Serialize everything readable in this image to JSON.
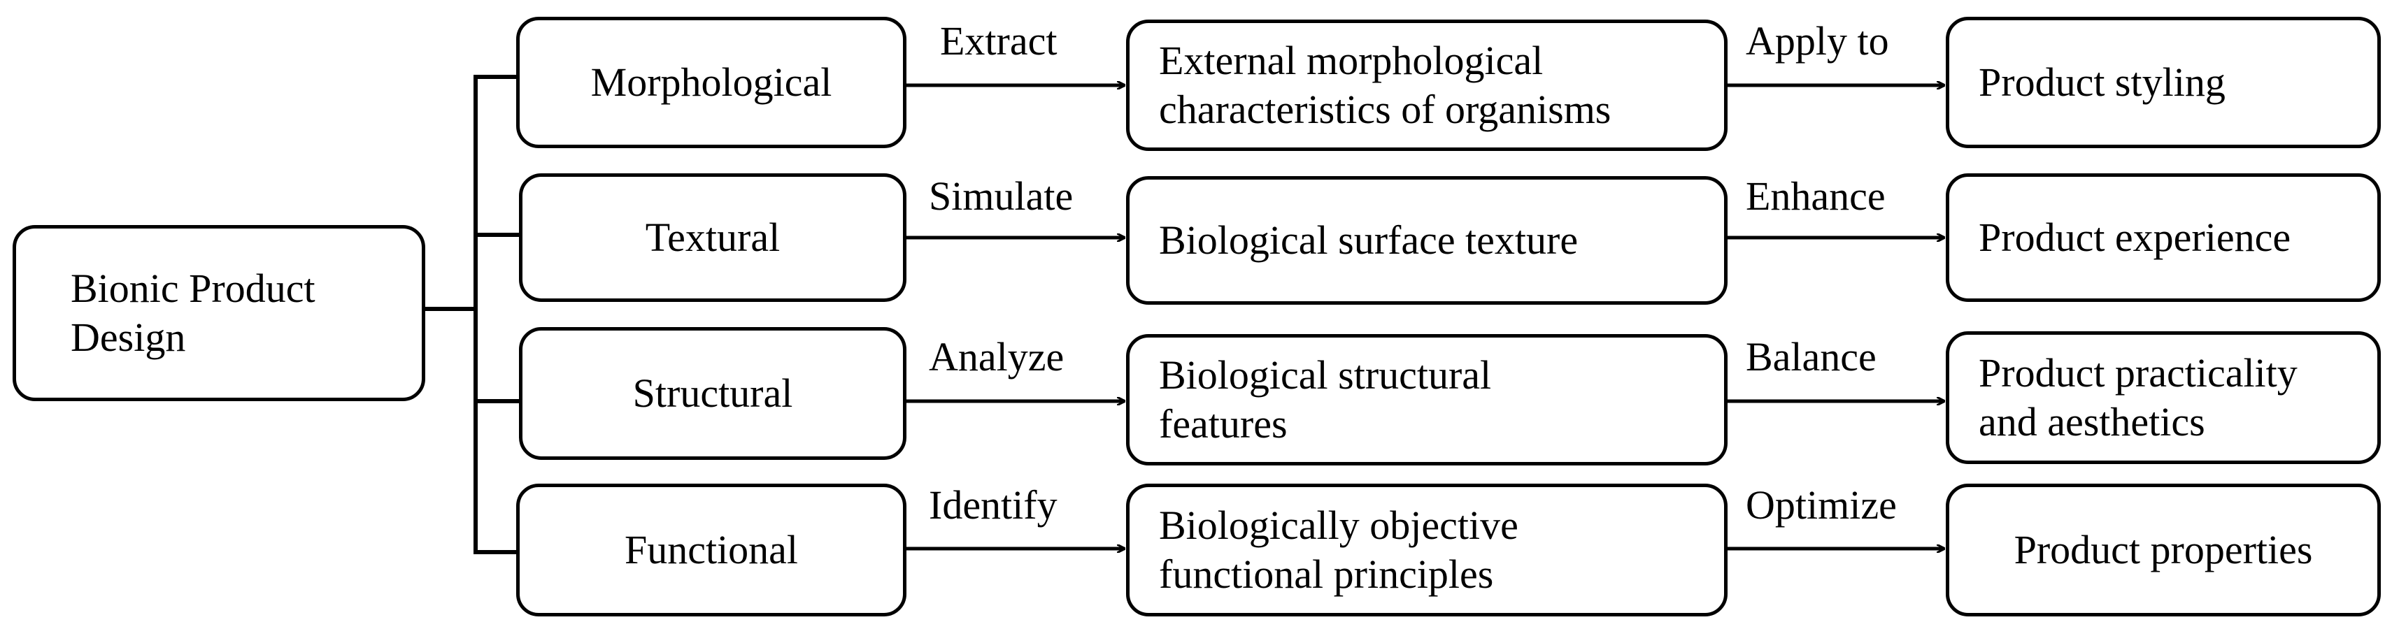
{
  "root": {
    "label": "Bionic Product\nDesign"
  },
  "branches": [
    {
      "category": "Morphological",
      "action1": "Extract",
      "feature": "External morphological\ncharacteristics of organisms",
      "action2": "Apply to",
      "outcome": "Product styling"
    },
    {
      "category": "Textural",
      "action1": "Simulate",
      "feature": "Biological surface texture",
      "action2": "Enhance",
      "outcome": "Product experience"
    },
    {
      "category": "Structural",
      "action1": "Analyze",
      "feature": "Biological structural\nfeatures",
      "action2": "Balance",
      "outcome": "Product practicality\nand aesthetics"
    },
    {
      "category": "Functional",
      "action1": "Identify",
      "feature": "Biologically objective\nfunctional principles",
      "action2": "Optimize",
      "outcome": "Product properties"
    }
  ]
}
